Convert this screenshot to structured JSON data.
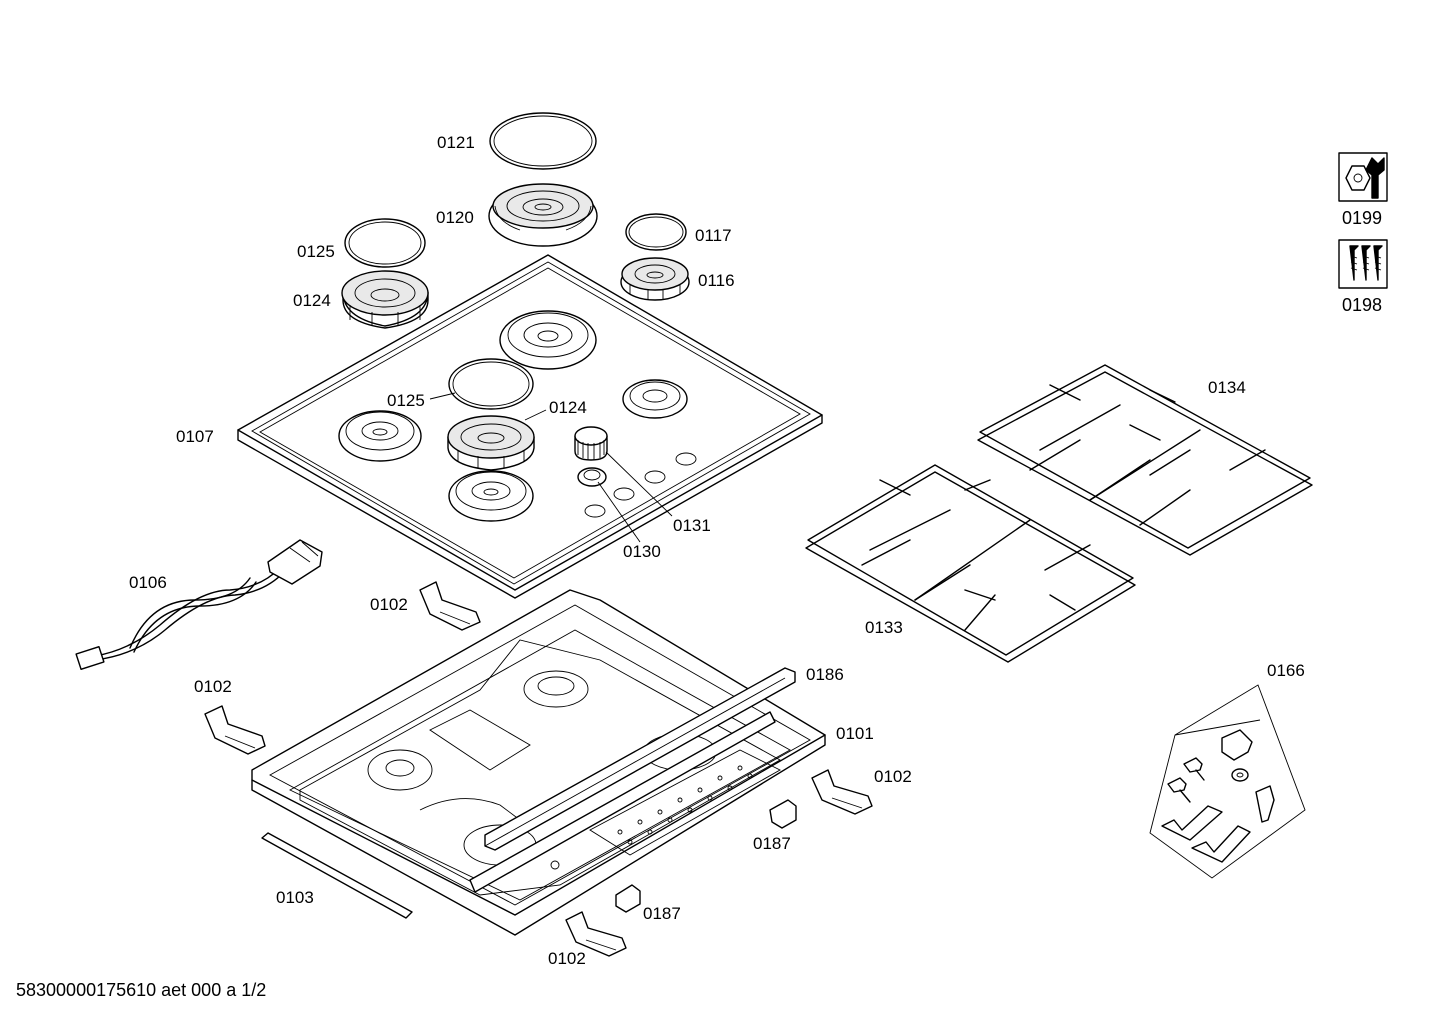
{
  "footer": "58300000175610 aet 000 a 1/2",
  "labels": {
    "p0121": "0121",
    "p0120": "0120",
    "p0125_top": "0125",
    "p0124_top": "0124",
    "p0117": "0117",
    "p0116": "0116",
    "p0107": "0107",
    "p0125_mid": "0125",
    "p0124_mid": "0124",
    "p0131": "0131",
    "p0130": "0130",
    "p0106": "0106",
    "p0102_a": "0102",
    "p0102_b": "0102",
    "p0102_c": "0102",
    "p0102_d": "0102",
    "p0186": "0186",
    "p0101": "0101",
    "p0187_a": "0187",
    "p0187_b": "0187",
    "p0103": "0103",
    "p0134": "0134",
    "p0133": "0133",
    "p0166": "0166",
    "p0199": "0199",
    "p0198": "0198"
  },
  "icons": {
    "service_tool": "wrench-nut-icon",
    "screws": "screws-icon"
  }
}
